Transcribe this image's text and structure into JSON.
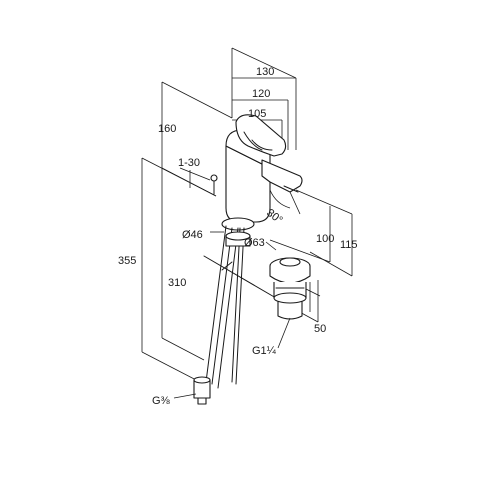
{
  "dimensions": {
    "d130": "130",
    "d120": "120",
    "d105": "105",
    "d160": "160",
    "d1_30": "1-30",
    "d30deg": "30°",
    "d100": "100",
    "d115": "115",
    "d46": "Ø46",
    "d63": "Ø63",
    "d355": "355",
    "d310": "310",
    "d50": "50",
    "g114": "G1¼",
    "g38": "G⅜"
  }
}
